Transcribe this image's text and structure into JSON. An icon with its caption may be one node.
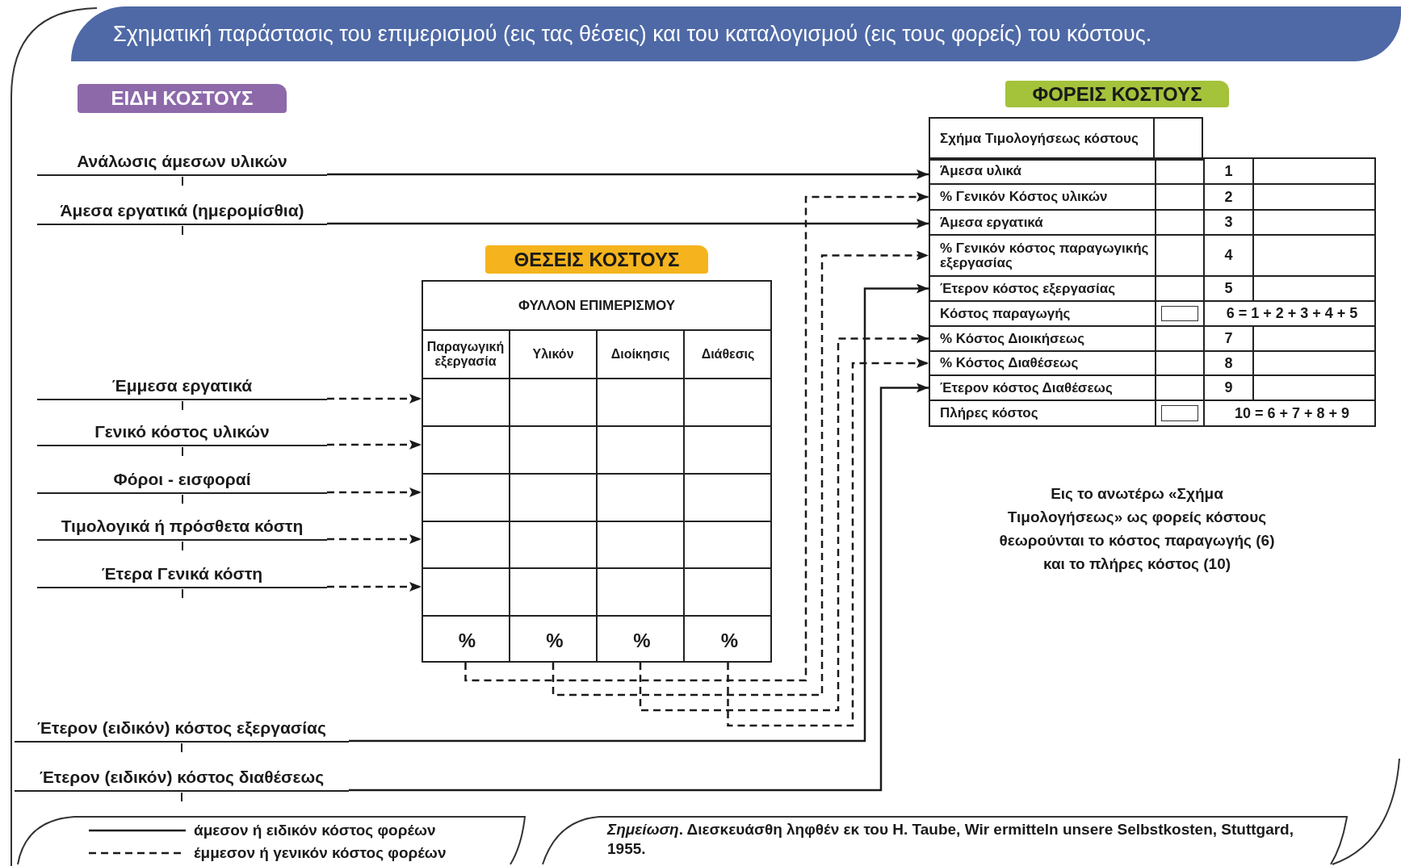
{
  "diagram": {
    "title": "Σχηματική παράστασις του επιμερισμού (εις τας θέσεις) και του καταλογισμού (εις τους φορείς) του κόστους.",
    "caption": "*Σημείωση*. Διεσκευάσθη ληφθέν εκ του H. Taube, Wir ermitteln unsere Selbstkosten, Stuttgard, 1955.",
    "nodes": [
      {
        "text": [
          "ΕΙΔΗ ΚΟΣΤΟΥΣ"
        ]
      },
      {
        "text": [
          "Ανάλωσις άμεσων υλικών"
        ]
      },
      {
        "text": [
          "Άμεσα εργατικά (ημερομίσθια)"
        ]
      },
      {
        "text": [
          "Έμμεσα εργατικά"
        ]
      },
      {
        "text": [
          "Γενικό κόστος υλικών"
        ]
      },
      {
        "text": [
          "Φόροι - εισφοραί"
        ]
      },
      {
        "text": [
          "Τιμολογικά ή πρόσθετα κόστη"
        ]
      },
      {
        "text": [
          "Έτερα Γενικά κόστη"
        ]
      },
      {
        "text": [
          "Έτερον (ειδικόν) κόστος εξεργασίας"
        ]
      },
      {
        "text": [
          "Έτερον (ειδικόν) κόστος διαθέσεως"
        ]
      },
      {
        "text": [
          "ΘΕΣΕΙΣ ΚΟΣΤΟΥΣ"
        ]
      },
      {
        "text": [
          "ΦΥΛΛΟΝ ΕΠΙΜΕΡΙΣΜΟΥ"
        ]
      },
      {
        "text": [
          "%"
        ],
        "in": 11
      },
      {
        "text": [
          "%"
        ],
        "in": 11
      },
      {
        "text": [
          "%"
        ],
        "in": 11
      },
      {
        "text": [
          "%"
        ],
        "in": 11
      },
      {
        "text": [
          "ΦΟΡΕΙΣ ΚΟΣΤΟΥΣ"
        ]
      },
      {
        "text": [
          "Σχήμα Τιμολογήσεως κόστους"
        ]
      },
      {
        "text": [
          "Άμεσα υλικά",
          "1"
        ]
      },
      {
        "text": [
          "% Γενικόν Κόστος υλικών",
          "2"
        ]
      },
      {
        "text": [
          "Άμεσα εργατικά",
          "3"
        ]
      },
      {
        "text": [
          "% Γενικόν κόστος παραγωγικής εξεργασίας",
          "4"
        ]
      },
      {
        "text": [
          "Έτερον κόστος εξεργασίας",
          "5"
        ]
      },
      {
        "text": [
          "Κόστος παραγωγής",
          "6 = 1 + 2 + 3 + 4 + 5"
        ]
      },
      {
        "text": [
          "% Κόστος Διοικήσεως",
          "7"
        ]
      },
      {
        "text": [
          "% Κόστος Διαθέσεως",
          "8"
        ]
      },
      {
        "text": [
          "Έτερον κόστος Διαθέσεως",
          "9"
        ]
      },
      {
        "text": [
          "Πλήρες κόστος",
          "10 = 6 + 7 + 8 + 9"
        ]
      }
    ],
    "edges": [
      {
        "from": 1,
        "to": 18,
        "arrow": "to"
      },
      {
        "from": 2,
        "to": 20,
        "arrow": "to"
      },
      {
        "from": 3,
        "to": 11,
        "arrow": "to",
        "style": "dashed"
      },
      {
        "from": 4,
        "to": 11,
        "arrow": "to",
        "style": "dashed"
      },
      {
        "from": 5,
        "to": 11,
        "arrow": "to",
        "style": "dashed"
      },
      {
        "from": 6,
        "to": 11,
        "arrow": "to",
        "style": "dashed"
      },
      {
        "from": 7,
        "to": 11,
        "arrow": "to",
        "style": "dashed"
      },
      {
        "from": 12,
        "to": 19,
        "arrow": "to",
        "style": "dashed"
      },
      {
        "from": 13,
        "to": 21,
        "arrow": "to",
        "style": "dashed"
      },
      {
        "from": 14,
        "to": 24,
        "arrow": "to",
        "style": "dashed"
      },
      {
        "from": 15,
        "to": 25,
        "arrow": "to",
        "style": "dashed"
      },
      {
        "from": 8,
        "to": 22,
        "arrow": "to"
      },
      {
        "from": 9,
        "to": 26,
        "arrow": "to"
      }
    ],
    "labels": [
      "Παραγωγική εξεργασία",
      "Υλικόν",
      "Διοίκησις",
      "Διάθεσις",
      "Εις το ανωτέρω «Σχήμα Τιμολογήσεως» ως φορείς κόστους θεωρούνται το κόστος παραγωγής (6) και το πλήρες κόστος (10)"
    ],
    "legend": [
      {
        "text": "άμεσον ή ειδικόν κόστος φορέων"
      },
      {
        "text": "έμμεσον ή γενικόν κόστος φορέων"
      }
    ]
  }
}
